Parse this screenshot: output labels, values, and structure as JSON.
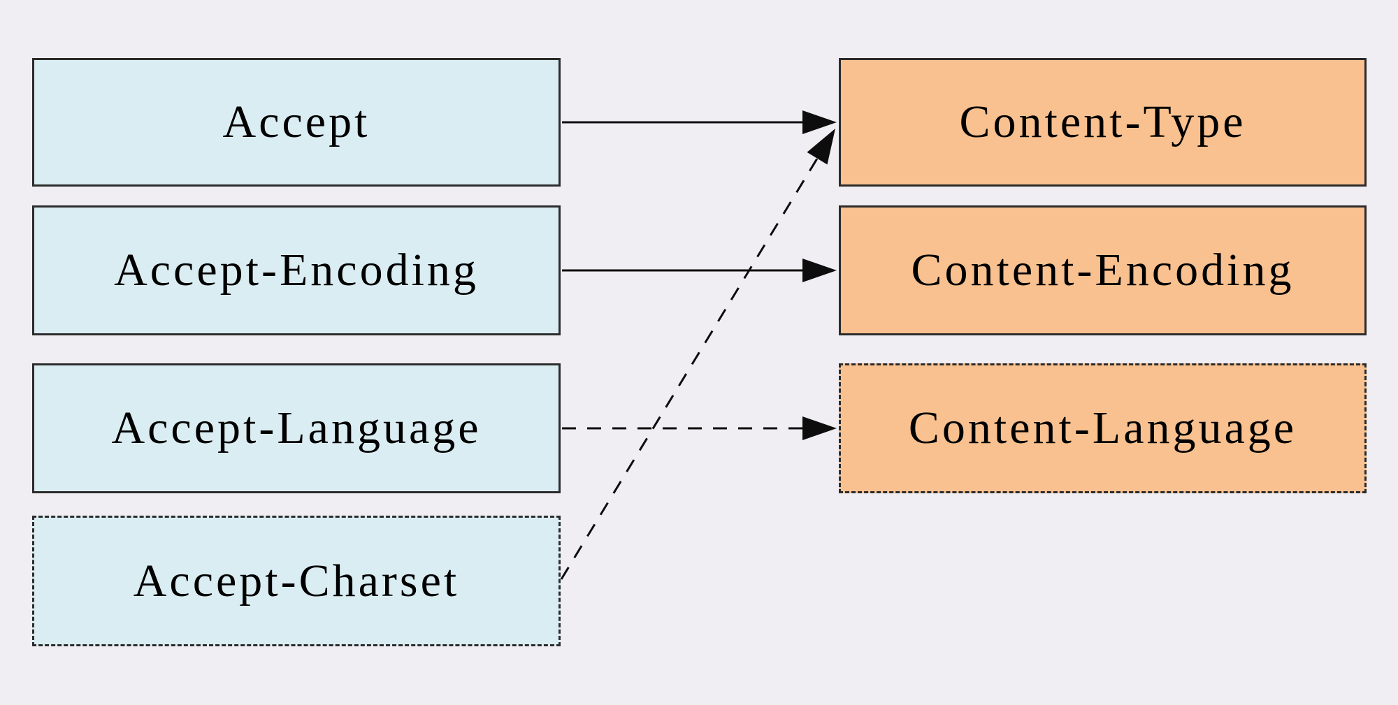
{
  "diagram": {
    "left_column": {
      "role": "request-headers",
      "items": [
        {
          "label": "Accept",
          "border": "solid"
        },
        {
          "label": "Accept-Encoding",
          "border": "solid"
        },
        {
          "label": "Accept-Language",
          "border": "solid"
        },
        {
          "label": "Accept-Charset",
          "border": "dashed"
        }
      ]
    },
    "right_column": {
      "role": "response-headers",
      "items": [
        {
          "label": "Content-Type",
          "border": "solid"
        },
        {
          "label": "Content-Encoding",
          "border": "solid"
        },
        {
          "label": "Content-Language",
          "border": "dashed"
        }
      ]
    },
    "arrows": [
      {
        "from": "Accept",
        "to": "Content-Type",
        "line": "solid"
      },
      {
        "from": "Accept-Encoding",
        "to": "Content-Encoding",
        "line": "solid"
      },
      {
        "from": "Accept-Language",
        "to": "Content-Language",
        "line": "dashed"
      },
      {
        "from": "Accept-Charset",
        "to": "Content-Type",
        "line": "dashed"
      }
    ],
    "colors": {
      "background": "#f0eef3",
      "request_box_fill": "#daedf2",
      "response_box_fill": "#f8c18f",
      "box_border": "#2b2b2b",
      "arrow": "#0d0d0d",
      "text": "#000000"
    }
  }
}
